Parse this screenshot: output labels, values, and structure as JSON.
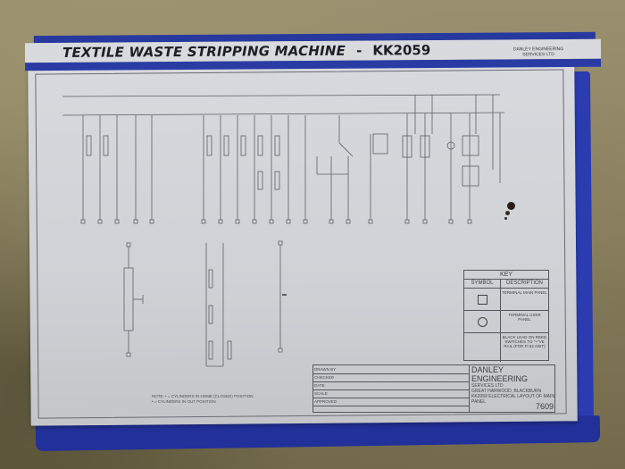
{
  "title": {
    "text": "TEXTILE WASTE STRIPPING MACHINE",
    "separator": "-",
    "code": "KK2059",
    "company_small": [
      "DANLEY ENGINEERING",
      "SERVICES LTD"
    ]
  },
  "key": {
    "title": "KEY",
    "headers": [
      "SYMBOL",
      "DESCRIPTION"
    ],
    "rows": [
      {
        "symbol": "square",
        "description": "TERMINAL MAIN PANEL"
      },
      {
        "symbol": "circle",
        "description": "TERMINAL USER PANEL"
      },
      {
        "symbol": "",
        "description": "BLACK LEAD ON REED SWITCHES TO \"+\"VE RAIL (FOR FI 52 ANIT)"
      }
    ]
  },
  "title_block": {
    "company": "DANLEY ENGINEERING",
    "company_sub": "SERVICES LTD",
    "address": "GREAT HARWOOD, BLACKBURN",
    "description": "KK2059 ELECTRICAL LAYOUT OF MAIN PANEL",
    "drawing_number": "7609",
    "fields": [
      "DRAWN BY",
      "CHECKED",
      "DATE",
      "SCALE",
      "APPROVED"
    ]
  },
  "note": {
    "line1": "NOTE:  • = CYLINDERS IN HOME (CLOSED) POSITION",
    "line2": "       • = CYLINDERS IN OUT POSITION"
  },
  "diagram": {
    "colors": {
      "frame_blue": "#27399f",
      "paper": "#d3d5da",
      "ink": "#55575d"
    },
    "top_branch_count": 22,
    "bottom_sections": [
      "cylinder-unit",
      "reed-switch-ladder",
      "pushbutton-circuit"
    ]
  }
}
